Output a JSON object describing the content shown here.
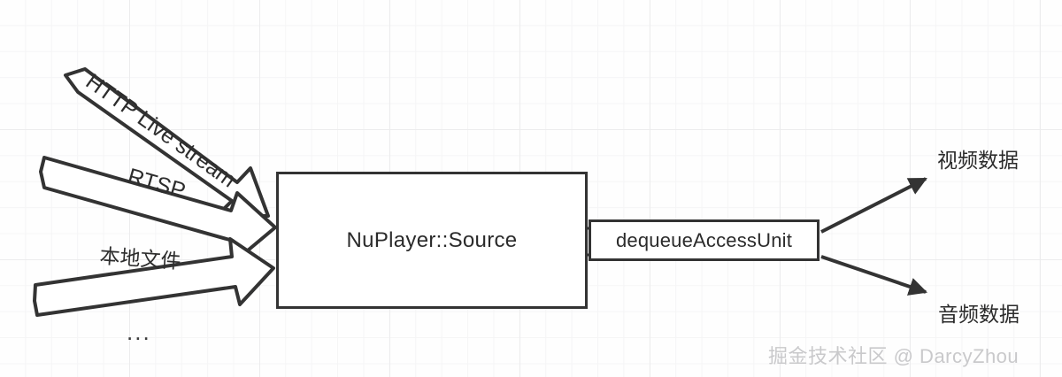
{
  "diagram": {
    "title": "NuPlayer Source data flow",
    "background": {
      "style": "graph-paper-grid",
      "minor_grid_color": "#f5f5f6",
      "major_grid_color": "#ececed",
      "page_color": "#fefefe"
    },
    "stroke_color": "#333333",
    "text_color": "#2b2b2b",
    "nodes": [
      {
        "id": "source",
        "label": "NuPlayer::Source",
        "shape": "rectangle"
      },
      {
        "id": "dequeue",
        "label": "dequeueAccessUnit",
        "shape": "rectangle"
      }
    ],
    "input_edges": [
      {
        "id": "http",
        "label": "HTTP Live stream",
        "arrow_style": "hollow-block"
      },
      {
        "id": "rtsp",
        "label": "RTSP",
        "arrow_style": "hollow-block"
      },
      {
        "id": "local",
        "label": "本地文件",
        "arrow_style": "hollow-block"
      }
    ],
    "input_more": "...",
    "output_edges": [
      {
        "id": "video",
        "label": "视频数据",
        "arrow_style": "solid-line"
      },
      {
        "id": "audio",
        "label": "音频数据",
        "arrow_style": "solid-line"
      }
    ],
    "watermark": "掘金技术社区 @ DarcyZhou"
  }
}
